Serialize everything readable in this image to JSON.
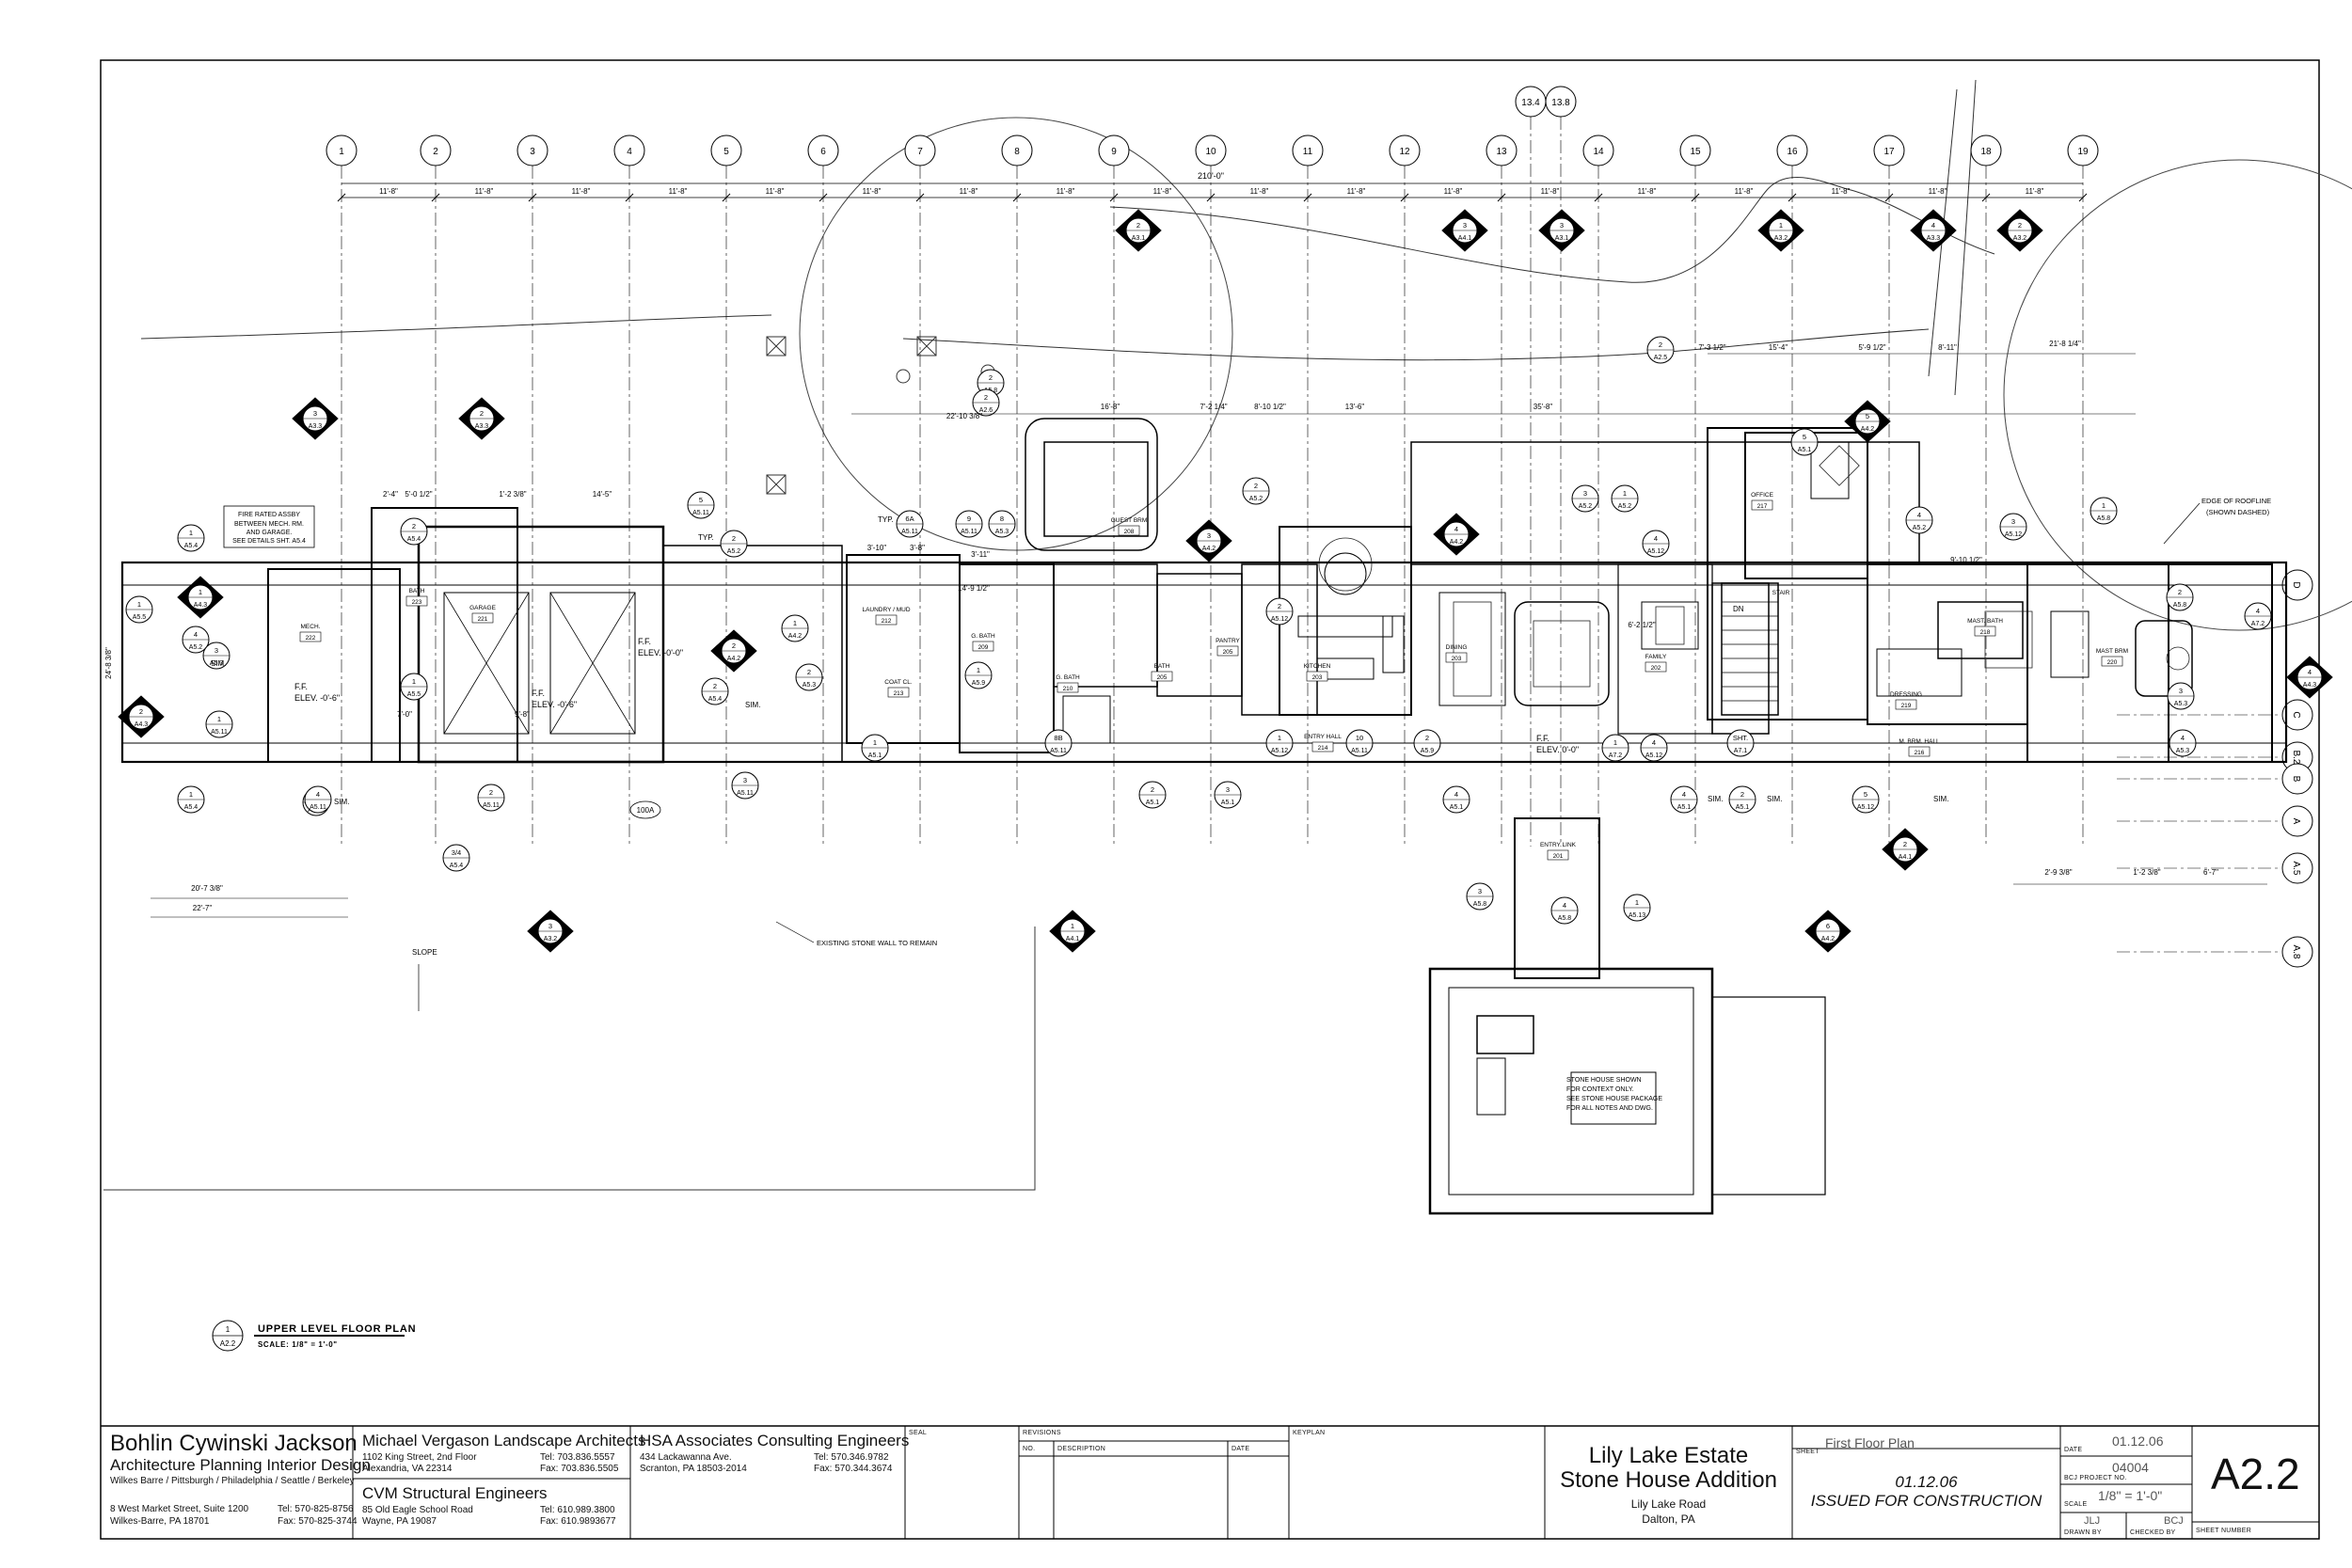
{
  "sheet": {
    "gridlines": [
      "1",
      "2",
      "3",
      "4",
      "5",
      "6",
      "7",
      "8",
      "9",
      "10",
      "11",
      "12",
      "13",
      "13.4",
      "13.8",
      "14",
      "15",
      "16",
      "17",
      "18",
      "19"
    ],
    "row_lines": [
      "D",
      "C",
      "B.2",
      "B",
      "A",
      "A.5",
      "A.8"
    ],
    "overall_dim": "210'-0\"",
    "bay_dim": "11'-8\"",
    "dims": [
      "22'-10 3/8\"",
      "16'-8\"",
      "7'-2 1/4\"",
      "8'-10 1/2\"",
      "13'-6\"",
      "35'-8\"",
      "7'-3 1/2\"",
      "15'-4\"",
      "5'-9 1/2\"",
      "8'-11\"",
      "21'-8 1/4\"",
      "2'-4\"",
      "5'-0 1/2\"",
      "1'-2 3/8\"",
      "14'-5\"",
      "20'-7 3/8\"",
      "22'-7\"",
      "24'-8 3/8\"",
      "7'-0\"",
      "9'-8\"",
      "3'-10\"",
      "3'-8\"",
      "3'-11\"",
      "14'-9 1/2\"",
      "6'-2 1/2\"",
      "2'-9 3/8\"",
      "1'-2 3/8\"",
      "6'-7\"",
      "9'-10 1/2\""
    ],
    "rooms": [
      {
        "name": "MECH.",
        "num": "222"
      },
      {
        "name": "BATH",
        "num": "223"
      },
      {
        "name": "GARAGE",
        "num": "221"
      },
      {
        "name": "LAUNDRY / MUD",
        "num": "212"
      },
      {
        "name": "COAT CL.",
        "num": "213"
      },
      {
        "name": "G. BATH",
        "num": "209"
      },
      {
        "name": "GUEST BRM",
        "num": "208"
      },
      {
        "name": "G. BATH",
        "num": "210"
      },
      {
        "name": "BATH",
        "num": "205"
      },
      {
        "name": "PANTRY",
        "num": "205"
      },
      {
        "name": "KITCHEN",
        "num": "203"
      },
      {
        "name": "ENTRY HALL",
        "num": "214"
      },
      {
        "name": "DINING",
        "num": "203"
      },
      {
        "name": "FAMILY",
        "num": "202"
      },
      {
        "name": "OFFICE",
        "num": "217"
      },
      {
        "name": "STAIR",
        "num": ""
      },
      {
        "name": "DRESSING",
        "num": "219"
      },
      {
        "name": "MAST. BATH",
        "num": "218"
      },
      {
        "name": "MAST BRM",
        "num": "220"
      },
      {
        "name": "M. BRM. HALL",
        "num": "216"
      },
      {
        "name": "ENTRY LINK",
        "num": "201"
      }
    ],
    "notes": {
      "fire": [
        "FIRE RATED ASSBY",
        "BETWEEN MECH. RM.",
        "AND GARAGE.",
        "SEE DETAILS SHT. A5.4"
      ],
      "roofline": [
        "EDGE OF ROOFLINE",
        "(SHOWN DASHED)"
      ],
      "stone_wall": "EXISTING STONE WALL TO REMAIN",
      "stone_house": [
        "STONE HOUSE SHOWN",
        "FOR CONTEXT ONLY.",
        "SEE STONE HOUSE PACKAGE",
        "FOR ALL NOTES AND DWG."
      ],
      "slope": "SLOPE",
      "dn": "DN",
      "ff_elev": [
        "F.F.",
        "ELEV. -0'-0\""
      ],
      "ff_elev_garage": [
        "F.F.",
        "ELEV. -0'-6\""
      ],
      "ff_elev_mech": [
        "F.F.",
        "ELEV. -0'-6\""
      ],
      "ff_elev_entry": [
        "F.F.",
        "ELEV. 0'-0\""
      ],
      "typ": "TYP.",
      "door_tag": "100A"
    },
    "sections": [
      {
        "num": "2",
        "ref": "A3.1"
      },
      {
        "num": "3",
        "ref": "A4.1"
      },
      {
        "num": "3",
        "ref": "A3.1"
      },
      {
        "num": "1",
        "ref": "A3.2"
      },
      {
        "num": "4",
        "ref": "A3.3"
      },
      {
        "num": "2",
        "ref": "A3.2"
      },
      {
        "num": "3",
        "ref": "A3.3"
      },
      {
        "num": "2",
        "ref": "A3.3"
      },
      {
        "num": "5",
        "ref": "A4.2"
      },
      {
        "num": "3",
        "ref": "A4.2"
      },
      {
        "num": "4",
        "ref": "A4.2"
      },
      {
        "num": "2",
        "ref": "A4.2"
      },
      {
        "num": "4",
        "ref": "A4.3"
      },
      {
        "num": "2",
        "ref": "A4.3"
      },
      {
        "num": "1",
        "ref": "A4.3"
      },
      {
        "num": "3",
        "ref": "A3.2"
      },
      {
        "num": "1",
        "ref": "A4.1"
      },
      {
        "num": "6",
        "ref": "A4.2"
      },
      {
        "num": "2",
        "ref": "A4.1"
      }
    ],
    "details": [
      {
        "num": "1",
        "ref": "A5.4"
      },
      {
        "num": "2",
        "ref": "A5.4"
      },
      {
        "num": "4",
        "ref": "A5.11"
      },
      {
        "num": "5",
        "ref": "A5.11"
      },
      {
        "num": "2",
        "ref": "A5.2"
      },
      {
        "num": "1",
        "ref": "A5.5"
      },
      {
        "num": "4",
        "ref": "A5.2"
      },
      {
        "num": "3",
        "ref": "A5.3"
      },
      {
        "num": "1",
        "ref": "A5.11"
      },
      {
        "num": "1",
        "ref": "A5.4"
      },
      {
        "num": "4",
        "ref": "A5.11"
      },
      {
        "num": "2",
        "ref": "A5.11"
      },
      {
        "num": "3/4",
        "ref": "A5.4"
      },
      {
        "num": "3",
        "ref": "A5.11"
      },
      {
        "num": "2",
        "ref": "A5.4"
      },
      {
        "num": "1",
        "ref": "A5.5"
      },
      {
        "num": "1",
        "ref": "A4.2"
      },
      {
        "num": "2",
        "ref": "A5.3"
      },
      {
        "num": "6A",
        "ref": "A5.11"
      },
      {
        "num": "9",
        "ref": "A5.11"
      },
      {
        "num": "8",
        "ref": "A5.3"
      },
      {
        "num": "2",
        "ref": "A5.8"
      },
      {
        "num": "1",
        "ref": "A5.9"
      },
      {
        "num": "8B",
        "ref": "A5.11"
      },
      {
        "num": "1",
        "ref": "A5.1"
      },
      {
        "num": "2",
        "ref": "A5.1"
      },
      {
        "num": "3",
        "ref": "A5.1"
      },
      {
        "num": "1",
        "ref": "A5.12"
      },
      {
        "num": "10",
        "ref": "A5.11"
      },
      {
        "num": "2",
        "ref": "A5.9"
      },
      {
        "num": "2",
        "ref": "A5.12"
      },
      {
        "num": "2",
        "ref": "A5.2"
      },
      {
        "num": "4",
        "ref": "A5.1"
      },
      {
        "num": "3",
        "ref": "A5.2"
      },
      {
        "num": "1",
        "ref": "A5.2"
      },
      {
        "num": "4",
        "ref": "A5.12"
      },
      {
        "num": "1",
        "ref": "A7.2"
      },
      {
        "num": "4",
        "ref": "A5.12"
      },
      {
        "num": "4",
        "ref": "A5.1"
      },
      {
        "num": "2",
        "ref": "A5.1"
      },
      {
        "num": "SHT.",
        "ref": "A7.1"
      },
      {
        "num": "5",
        "ref": "A5.12"
      },
      {
        "num": "3",
        "ref": "A5.12"
      },
      {
        "num": "4",
        "ref": "A5.2"
      },
      {
        "num": "1",
        "ref": "A5.8"
      },
      {
        "num": "2",
        "ref": "A5.8"
      },
      {
        "num": "3",
        "ref": "A5.3"
      },
      {
        "num": "5",
        "ref": "A5.1"
      },
      {
        "num": "4",
        "ref": "A7.2"
      },
      {
        "num": "4",
        "ref": "A5.3"
      },
      {
        "num": "2",
        "ref": "A2.5"
      },
      {
        "num": "2",
        "ref": "A2.6"
      },
      {
        "num": "4",
        "ref": "A5.8"
      },
      {
        "num": "3",
        "ref": "A5.8"
      },
      {
        "num": "1",
        "ref": "A5.13"
      }
    ],
    "sim": "SIM.",
    "view_title": {
      "num": "1",
      "ref": "A2.2",
      "title": "UPPER LEVEL FLOOR PLAN",
      "scale": "SCALE: 1/8\" = 1'-0\""
    }
  },
  "title_block": {
    "architect": {
      "name": "Bohlin Cywinski Jackson",
      "disciplines": "Architecture Planning Interior Design",
      "offices": "Wilkes Barre / Pittsburgh / Philadelphia / Seattle / Berkeley",
      "address1": "8 West Market Street, Suite 1200",
      "address2": "Wilkes-Barre, PA 18701",
      "tel": "Tel: 570-825-8756",
      "fax": "Fax: 570-825-3744"
    },
    "landscape": {
      "name": "Michael Vergason Landscape Architects",
      "address1": "1102 King Street, 2nd Floor",
      "address2": "Alexandria, VA 22314",
      "tel": "Tel: 703.836.5557",
      "fax": "Fax: 703.836.5505"
    },
    "structural": {
      "name": "CVM Structural Engineers",
      "address1": "85 Old Eagle School Road",
      "address2": "Wayne, PA 19087",
      "tel": "Tel: 610.989.3800",
      "fax": "Fax: 610.9893677"
    },
    "consulting": {
      "name": "HSA Associates Consulting Engineers",
      "address1": "434 Lackawanna Ave.",
      "address2": "Scranton, PA 18503-2014",
      "tel": "Tel: 570.346.9782",
      "fax": "Fax: 570.344.3674"
    },
    "labels": {
      "seal": "SEAL",
      "revisions": "REVISIONS",
      "no": "NO.",
      "description": "DESCRIPTION",
      "date": "DATE",
      "keyplan": "KEYPLAN",
      "sheet": "SHEET",
      "date2": "DATE",
      "project_no": "BCJ PROJECT NO.",
      "scale": "SCALE",
      "drawn_by": "DRAWN BY",
      "checked_by": "CHECKED BY",
      "sheet_number": "SHEET NUMBER"
    },
    "project": {
      "title1": "Lily Lake Estate",
      "title2": "Stone House Addition",
      "road": "Lily Lake Road",
      "city": "Dalton, PA"
    },
    "sheet_title": "First Floor Plan",
    "issue_date": "01.12.06",
    "issue_note": "ISSUED FOR CONSTRUCTION",
    "date_value": "01.12.06",
    "project_no_value": "04004",
    "scale_value": "1/8\" = 1'-0\"",
    "drawn_value": "JLJ",
    "checked_value": "BCJ",
    "sheet_number_value": "A2.2"
  }
}
